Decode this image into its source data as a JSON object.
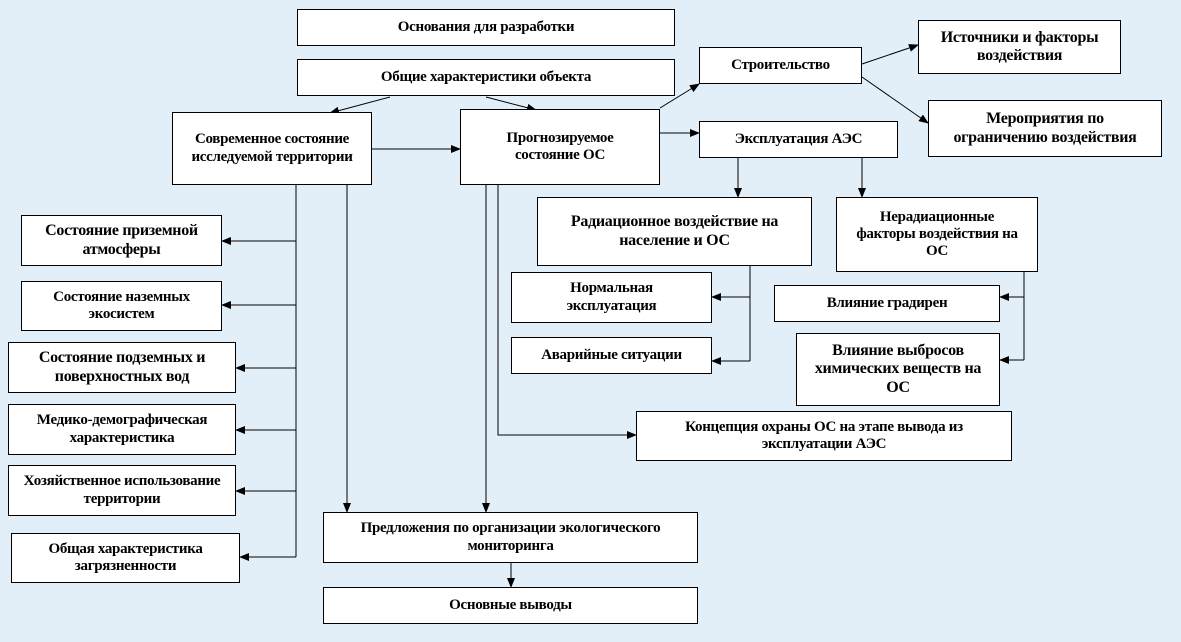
{
  "diagram": {
    "nodes": {
      "basis": "Основания для разработки",
      "general": "Общие характеристики объекта",
      "current_state": "Современное состояние исследуемой территории",
      "forecast": "Прогнозируемое состояние ОС",
      "construction": "Строительство",
      "sources": "Источники и факторы воздействия",
      "measures": "Мероприятия по ограничению воздействия",
      "operation": "Эксплуатация АЭС",
      "radiation": "Радиационное воздействие на население и ОС",
      "nonradiation": "Нерадиационные факторы воздействия на ОС",
      "normal": "Нормальная эксплуатация",
      "emergency": "Аварийные ситуации",
      "cooling": "Влияние градирен",
      "chemical": "Влияние выбросов химических веществ на ОС",
      "concept": "Концепция охраны ОС на этапе вывода из эксплуатации АЭС",
      "atmosphere": "Состояние приземной атмосферы",
      "ecosystems": "Состояние наземных экосистем",
      "waters": "Состояние подземных и поверхностных вод",
      "medical": "Медико-демографическая характеристика",
      "economic": "Хозяйственное использование территории",
      "pollution": "Общая характеристика загрязненности",
      "proposals": "Предложения по организации экологического мониторинга",
      "conclusions": "Основные выводы"
    }
  }
}
